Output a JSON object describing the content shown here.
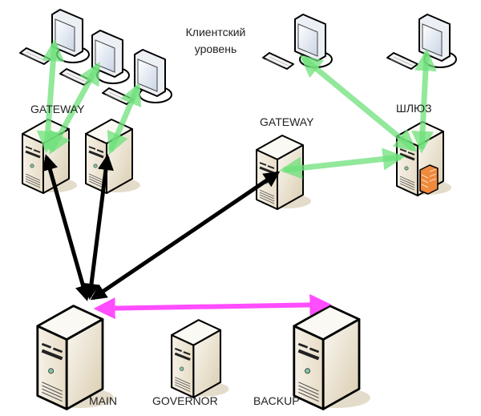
{
  "labels": {
    "client_tier_line1": "Клиентский",
    "client_tier_line2": "уровень",
    "gateway_left": "GATEWAY",
    "gateway_center": "GATEWAY",
    "gateway_ru": "ШЛЮЗ",
    "main": "MAIN",
    "governor": "GOVERNOR",
    "backup": "BACKUP"
  },
  "nodes": [
    {
      "id": "ws1",
      "type": "workstation"
    },
    {
      "id": "ws2",
      "type": "workstation"
    },
    {
      "id": "ws3",
      "type": "workstation"
    },
    {
      "id": "ws4",
      "type": "workstation"
    },
    {
      "id": "ws5",
      "type": "workstation"
    },
    {
      "id": "gw1",
      "type": "server",
      "label": "GATEWAY"
    },
    {
      "id": "gw2",
      "type": "server"
    },
    {
      "id": "gw3",
      "type": "server",
      "label": "GATEWAY"
    },
    {
      "id": "shluz",
      "type": "server-firewall",
      "label": "ШЛЮЗ"
    },
    {
      "id": "main",
      "type": "server",
      "label": "MAIN"
    },
    {
      "id": "governor",
      "type": "server",
      "label": "GOVERNOR"
    },
    {
      "id": "backup",
      "type": "server",
      "label": "BACKUP"
    }
  ],
  "edges": [
    {
      "from": "ws1",
      "to": "gw1",
      "kind": "client",
      "direction": "both"
    },
    {
      "from": "ws2",
      "to": "gw1",
      "kind": "client",
      "direction": "both"
    },
    {
      "from": "ws3",
      "to": "gw2",
      "kind": "client",
      "direction": "both"
    },
    {
      "from": "ws4",
      "to": "shluz",
      "kind": "client",
      "direction": "both"
    },
    {
      "from": "ws5",
      "to": "shluz",
      "kind": "client",
      "direction": "both"
    },
    {
      "from": "gw3",
      "to": "shluz",
      "kind": "client",
      "direction": "both"
    },
    {
      "from": "gw1",
      "to": "main",
      "kind": "core",
      "direction": "both"
    },
    {
      "from": "gw2",
      "to": "main",
      "kind": "core",
      "direction": "both"
    },
    {
      "from": "gw3",
      "to": "main",
      "kind": "core",
      "direction": "both"
    },
    {
      "from": "main",
      "to": "backup",
      "kind": "replication",
      "direction": "both"
    }
  ],
  "colors": {
    "client_link": "#6ee07a",
    "core_link": "#000000",
    "replication_link": "#ff4dff",
    "server_body": "#efe8d8",
    "server_shadow": "#d9cfb8",
    "firewall": "#f08a3c"
  }
}
